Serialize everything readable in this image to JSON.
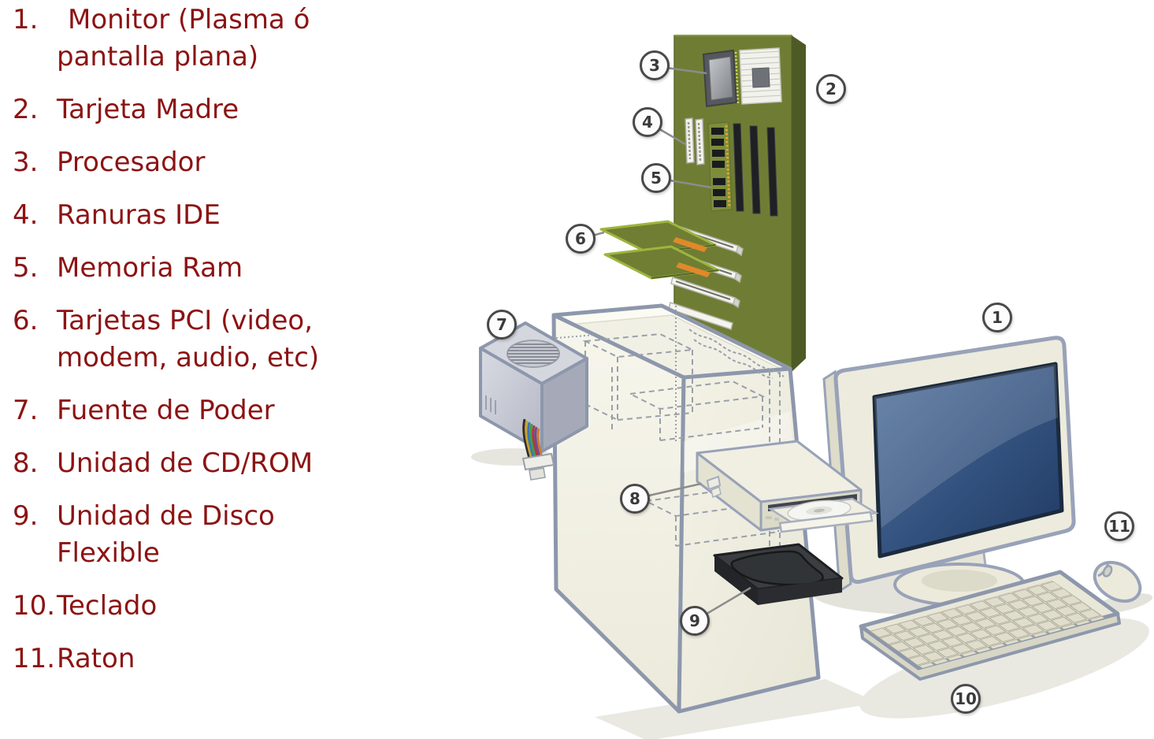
{
  "legend": {
    "text_color": "#8C1313",
    "items": [
      {
        "num": "1.",
        "label": "Monitor (Plasma ó\npantalla plana)"
      },
      {
        "num": "2.",
        "label": "Tarjeta Madre"
      },
      {
        "num": "3.",
        "label": "Procesador"
      },
      {
        "num": "4.",
        "label": "Ranuras IDE"
      },
      {
        "num": "5.",
        "label": "Memoria Ram"
      },
      {
        "num": "6.",
        "label": "Tarjetas PCI (video,\nmodem, audio, etc)"
      },
      {
        "num": "7.",
        "label": "Fuente de Poder"
      },
      {
        "num": "8.",
        "label": "Unidad de CD/ROM"
      },
      {
        "num": "9.",
        "label": "Unidad de Disco\nFlexible"
      },
      {
        "num": "10.",
        "label": "Teclado"
      },
      {
        "num": "11.",
        "label": "Raton"
      }
    ]
  },
  "callouts": {
    "c1": "1",
    "c2": "2",
    "c3": "3",
    "c4": "4",
    "c5": "5",
    "c6": "6",
    "c7": "7",
    "c8": "8",
    "c9": "9",
    "c10": "10",
    "c11": "11"
  },
  "illustration": {
    "parts": [
      "monitor",
      "tarjeta-madre",
      "procesador",
      "ranuras-ide",
      "memoria-ram",
      "tarjetas-pci",
      "fuente-de-poder",
      "unidad-cd-rom",
      "unidad-disco-flexible",
      "teclado",
      "raton"
    ],
    "colors": {
      "motherboard_green": "#6F7D34",
      "motherboard_side": "#4E5A26",
      "case_outline": "#8D97AC",
      "screen_blue": "#2F4F7E",
      "callout_border": "#494949",
      "pci_card_green": "#6F7E33",
      "connector_orange": "#E0892A"
    }
  }
}
